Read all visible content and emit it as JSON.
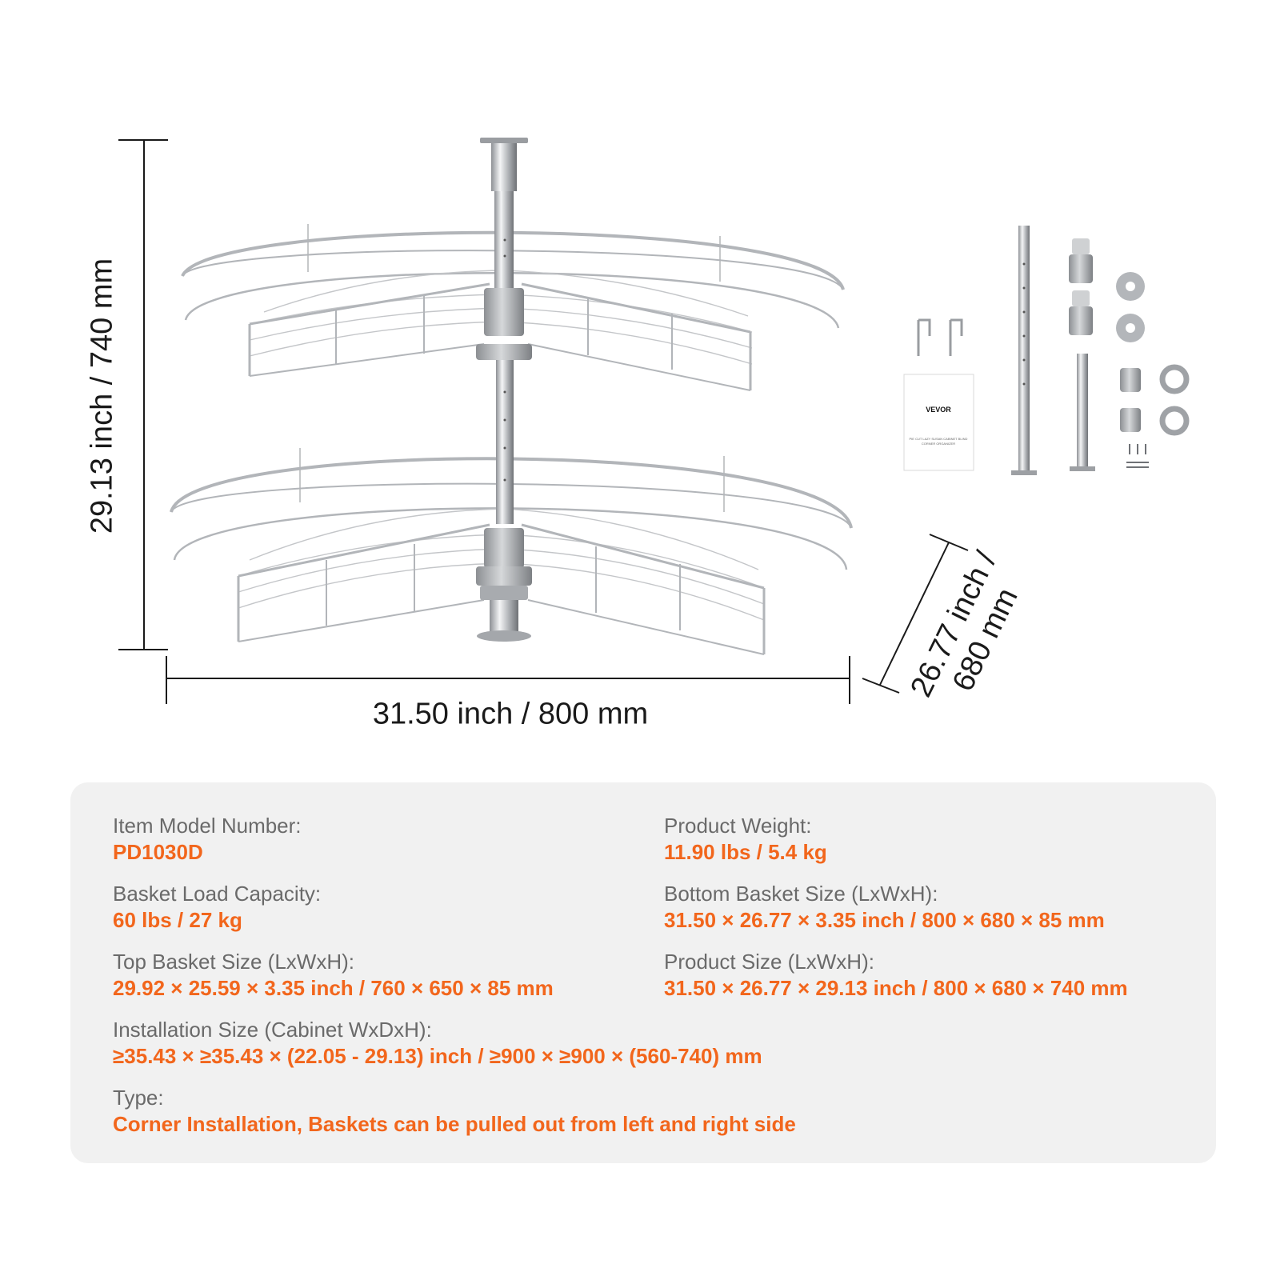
{
  "figure": {
    "height_dimension": "29.13 inch / 740 mm",
    "width_dimension": "31.50 inch / 800 mm",
    "depth_dimension_line1": "26.77 inch /",
    "depth_dimension_line2": "680 mm",
    "accessory_manual_brand": "VEVOR",
    "accessory_manual_subtitle_1": "PIE CUT LAZY SUSAN CABINET BLIND",
    "accessory_manual_subtitle_2": "CORNER ORGANIZER"
  },
  "specs": {
    "item_model": {
      "label": "Item Model Number:",
      "value": "PD1030D"
    },
    "product_weight": {
      "label": "Product Weight:",
      "value": "11.90 lbs / 5.4 kg"
    },
    "load_capacity": {
      "label": "Basket Load Capacity:",
      "value": "60 lbs / 27 kg"
    },
    "bottom_basket": {
      "label": "Bottom Basket Size (LxWxH):",
      "value": "31.50 × 26.77 × 3.35 inch / 800 × 680 × 85 mm"
    },
    "top_basket": {
      "label": "Top Basket Size (LxWxH):",
      "value": "29.92 × 25.59 × 3.35 inch / 760 × 650 × 85 mm"
    },
    "product_size": {
      "label": "Product Size (LxWxH):",
      "value": "31.50 × 26.77 × 29.13 inch / 800 × 680 × 740 mm"
    },
    "installation_size": {
      "label": "Installation Size (Cabinet WxDxH):",
      "value": "≥35.43 × ≥35.43 × (22.05 - 29.13) inch / ≥900 × ≥900 × (560-740) mm"
    },
    "type": {
      "label": "Type:",
      "value": "Corner Installation, Baskets can be pulled out from left and right side"
    }
  },
  "colors": {
    "accent": "#f2661c",
    "label_gray": "#6a6a6a",
    "panel_bg": "#f1f1f1",
    "chrome": "#b9bcc0"
  }
}
